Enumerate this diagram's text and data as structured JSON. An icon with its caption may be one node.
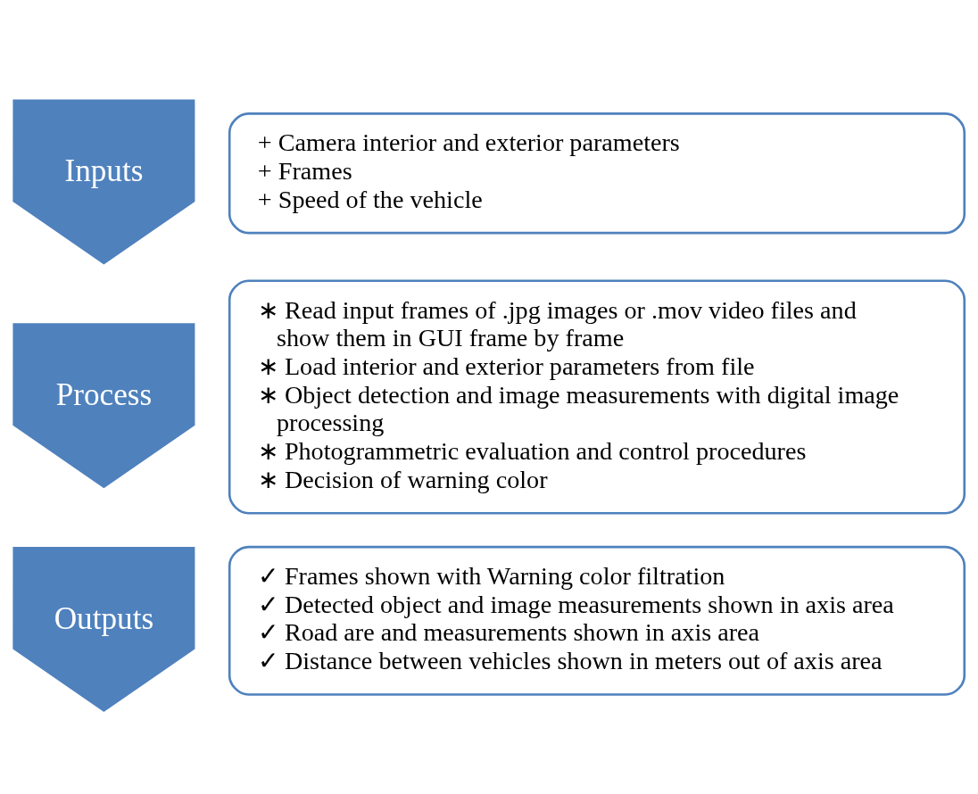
{
  "diagram": {
    "nodes": [
      {
        "text": [
          "Inputs"
        ]
      },
      {
        "text": [
          "+ Camera interior and exterior parameters",
          "+ Frames",
          "+ Speed of the vehicle"
        ]
      },
      {
        "text": [
          "Process"
        ]
      },
      {
        "text": [
          "∗ Read input frames of .jpg images or .mov video files and show them in GUI frame by frame",
          "∗ Load interior and exterior parameters from file",
          "∗ Object detection and image measurements with digital image processing",
          "∗ Photogrammetric evaluation and control procedures",
          "∗ Decision of warning color"
        ]
      },
      {
        "text": [
          "Outputs"
        ]
      },
      {
        "text": [
          "✓ Frames shown with Warning color filtration",
          "✓ Detected object and image measurements shown in axis area",
          "✓ Road are and measurements shown in axis area",
          "✓ Distance between vehicles shown in meters out of axis area"
        ]
      }
    ]
  }
}
